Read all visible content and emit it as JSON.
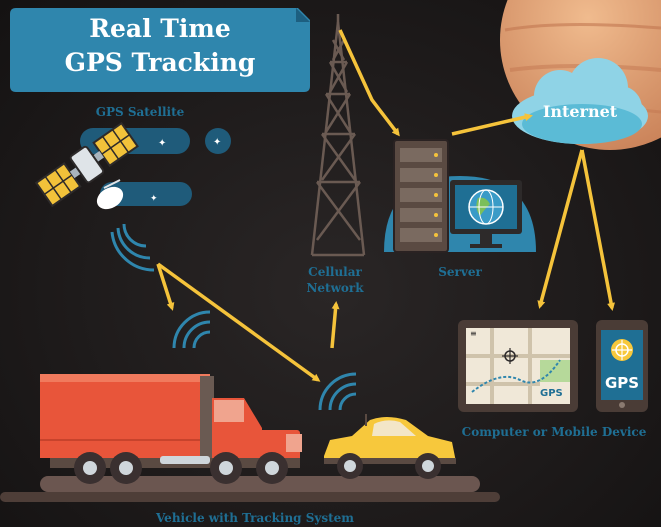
{
  "title": {
    "line1": "Real Time",
    "line2": "GPS Tracking"
  },
  "labels": {
    "satellite": "GPS Satellite",
    "cellular_line1": "Cellular",
    "cellular_line2": "Network",
    "server": "Server",
    "internet": "Internet",
    "devices": "Computer or Mobile Device",
    "vehicle": "Vehicle with Tracking System"
  },
  "devices": {
    "tablet_badge": "GPS",
    "phone_badge": "GPS"
  },
  "colors": {
    "background": "#1b1818",
    "title_card": "#2f86ad",
    "label_blue": "#1f6f94",
    "arrow_yellow": "#f5c33b",
    "truck_red": "#e8553a",
    "car_yellow": "#f7c83c",
    "planet": "#e3a57a"
  },
  "icons": [
    "satellite-icon",
    "cell-tower-icon",
    "server-icon",
    "monitor-icon",
    "cloud-icon",
    "tablet-icon",
    "phone-icon",
    "truck-icon",
    "car-icon",
    "signal-waves-icon"
  ]
}
